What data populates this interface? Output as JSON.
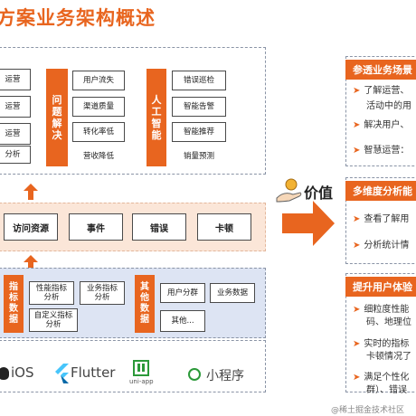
{
  "title": "方案业务架构概述",
  "top": {
    "left_boxes": [
      "运营",
      "运营",
      "运营",
      "分析"
    ],
    "problem_bar": [
      "问",
      "题",
      "解",
      "决"
    ],
    "problem_items": [
      "用户流失",
      "渠道质量",
      "转化率低",
      "营收降低"
    ],
    "ai_bar": [
      "人",
      "工",
      "智",
      "能"
    ],
    "ai_items": [
      "错误巡检",
      "智能告警",
      "智能推荐",
      "销量预测"
    ]
  },
  "middle": {
    "items": [
      "访问资源",
      "事件",
      "错误",
      "卡顿"
    ]
  },
  "bottom": {
    "metrics_bar": [
      "指",
      "标",
      "数",
      "据"
    ],
    "metrics_items": [
      "性能指标\n分析",
      "业务指标\n分析",
      "自定义指标\n分析"
    ],
    "other_bar": [
      "其",
      "他",
      "数",
      "据"
    ],
    "other_items": [
      "用户分群",
      "业务数据",
      "其他..."
    ]
  },
  "platforms": {
    "ios": "iOS",
    "flutter": "Flutter",
    "uniapp": "uni-app",
    "miniprogram": "小程序"
  },
  "value_label": "价值",
  "right": {
    "panel1": {
      "header": "参透业务场景",
      "bullets": [
        "了解运营、",
        "活动中的用",
        "解决用户、",
        "智慧运营："
      ]
    },
    "panel2": {
      "header": "多维度分析能",
      "bullets": [
        "查看了解用",
        "分析统计情"
      ]
    },
    "panel3": {
      "header": "提升用户体验",
      "bullets": [
        "细粒度性能",
        "码、地理位",
        "实时的指标",
        "卡顿情况了",
        "满足个性化",
        "群）、错误"
      ]
    }
  },
  "watermark": "@稀土掘金技术社区",
  "colors": {
    "accent": "#e8651f",
    "mid_bg": "#fbe6d8",
    "bottom_bg": "#dde4f3"
  }
}
